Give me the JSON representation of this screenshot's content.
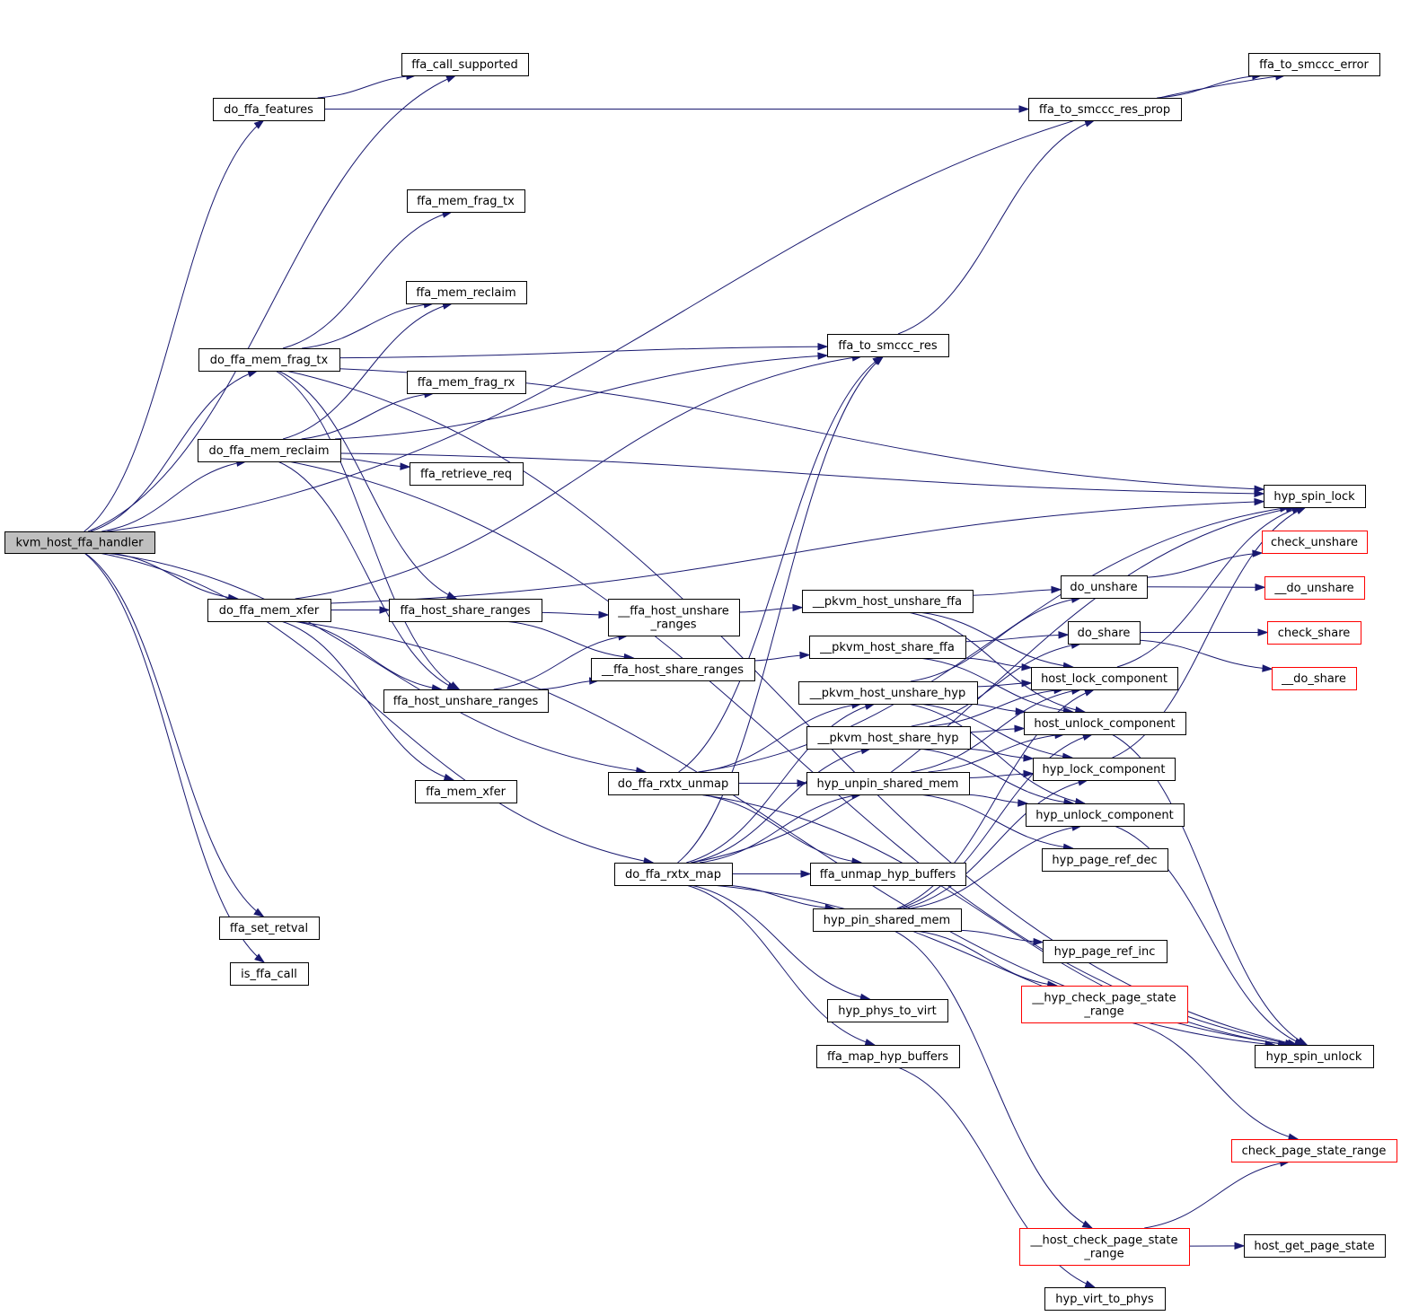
{
  "colors": {
    "edge": "#191970",
    "root_fill": "#bfbfbf",
    "outline_red": "#ff0000",
    "outline_black": "#000000"
  },
  "nodes": [
    {
      "id": "kvm_host_ffa_handler",
      "lines": [
        "kvm_host_ffa_handler"
      ],
      "kind": "root"
    },
    {
      "id": "ffa_call_supported",
      "lines": [
        "ffa_call_supported"
      ],
      "kind": "normal"
    },
    {
      "id": "do_ffa_features",
      "lines": [
        "do_ffa_features"
      ],
      "kind": "normal"
    },
    {
      "id": "ffa_to_smccc_error",
      "lines": [
        "ffa_to_smccc_error"
      ],
      "kind": "normal"
    },
    {
      "id": "ffa_to_smccc_res_prop",
      "lines": [
        "ffa_to_smccc_res_prop"
      ],
      "kind": "normal"
    },
    {
      "id": "ffa_mem_frag_tx",
      "lines": [
        "ffa_mem_frag_tx"
      ],
      "kind": "normal"
    },
    {
      "id": "ffa_mem_reclaim",
      "lines": [
        "ffa_mem_reclaim"
      ],
      "kind": "normal"
    },
    {
      "id": "do_ffa_mem_frag_tx",
      "lines": [
        "do_ffa_mem_frag_tx"
      ],
      "kind": "normal"
    },
    {
      "id": "ffa_to_smccc_res",
      "lines": [
        "ffa_to_smccc_res"
      ],
      "kind": "normal"
    },
    {
      "id": "ffa_mem_frag_rx",
      "lines": [
        "ffa_mem_frag_rx"
      ],
      "kind": "normal"
    },
    {
      "id": "do_ffa_mem_reclaim",
      "lines": [
        "do_ffa_mem_reclaim"
      ],
      "kind": "normal"
    },
    {
      "id": "ffa_retrieve_req",
      "lines": [
        "ffa_retrieve_req"
      ],
      "kind": "normal"
    },
    {
      "id": "hyp_spin_lock",
      "lines": [
        "hyp_spin_lock"
      ],
      "kind": "normal"
    },
    {
      "id": "check_unshare",
      "lines": [
        "check_unshare"
      ],
      "kind": "red"
    },
    {
      "id": "__do_unshare",
      "lines": [
        "__do_unshare"
      ],
      "kind": "red"
    },
    {
      "id": "do_unshare",
      "lines": [
        "do_unshare"
      ],
      "kind": "normal"
    },
    {
      "id": "do_ffa_mem_xfer",
      "lines": [
        "do_ffa_mem_xfer"
      ],
      "kind": "normal"
    },
    {
      "id": "ffa_host_share_ranges",
      "lines": [
        "ffa_host_share_ranges"
      ],
      "kind": "normal"
    },
    {
      "id": "__ffa_host_unshare_ranges",
      "lines": [
        "__ffa_host_unshare",
        "_ranges"
      ],
      "kind": "normal"
    },
    {
      "id": "__pkvm_host_unshare_ffa",
      "lines": [
        "__pkvm_host_unshare_ffa"
      ],
      "kind": "normal"
    },
    {
      "id": "do_share",
      "lines": [
        "do_share"
      ],
      "kind": "normal"
    },
    {
      "id": "check_share",
      "lines": [
        "check_share"
      ],
      "kind": "red"
    },
    {
      "id": "__pkvm_host_share_ffa",
      "lines": [
        "__pkvm_host_share_ffa"
      ],
      "kind": "normal"
    },
    {
      "id": "__ffa_host_share_ranges",
      "lines": [
        "__ffa_host_share_ranges"
      ],
      "kind": "normal"
    },
    {
      "id": "host_lock_component",
      "lines": [
        "host_lock_component"
      ],
      "kind": "normal"
    },
    {
      "id": "__do_share",
      "lines": [
        "__do_share"
      ],
      "kind": "red"
    },
    {
      "id": "ffa_host_unshare_ranges",
      "lines": [
        "ffa_host_unshare_ranges"
      ],
      "kind": "normal"
    },
    {
      "id": "__pkvm_host_unshare_hyp",
      "lines": [
        "__pkvm_host_unshare_hyp"
      ],
      "kind": "normal"
    },
    {
      "id": "host_unlock_component",
      "lines": [
        "host_unlock_component"
      ],
      "kind": "normal"
    },
    {
      "id": "__pkvm_host_share_hyp",
      "lines": [
        "__pkvm_host_share_hyp"
      ],
      "kind": "normal"
    },
    {
      "id": "hyp_lock_component",
      "lines": [
        "hyp_lock_component"
      ],
      "kind": "normal"
    },
    {
      "id": "do_ffa_rxtx_unmap",
      "lines": [
        "do_ffa_rxtx_unmap"
      ],
      "kind": "normal"
    },
    {
      "id": "hyp_unpin_shared_mem",
      "lines": [
        "hyp_unpin_shared_mem"
      ],
      "kind": "normal"
    },
    {
      "id": "ffa_mem_xfer",
      "lines": [
        "ffa_mem_xfer"
      ],
      "kind": "normal"
    },
    {
      "id": "hyp_unlock_component",
      "lines": [
        "hyp_unlock_component"
      ],
      "kind": "normal"
    },
    {
      "id": "hyp_page_ref_dec",
      "lines": [
        "hyp_page_ref_dec"
      ],
      "kind": "normal"
    },
    {
      "id": "do_ffa_rxtx_map",
      "lines": [
        "do_ffa_rxtx_map"
      ],
      "kind": "normal"
    },
    {
      "id": "ffa_unmap_hyp_buffers",
      "lines": [
        "ffa_unmap_hyp_buffers"
      ],
      "kind": "normal"
    },
    {
      "id": "hyp_pin_shared_mem",
      "lines": [
        "hyp_pin_shared_mem"
      ],
      "kind": "normal"
    },
    {
      "id": "ffa_set_retval",
      "lines": [
        "ffa_set_retval"
      ],
      "kind": "normal"
    },
    {
      "id": "hyp_page_ref_inc",
      "lines": [
        "hyp_page_ref_inc"
      ],
      "kind": "normal"
    },
    {
      "id": "is_ffa_call",
      "lines": [
        "is_ffa_call"
      ],
      "kind": "normal"
    },
    {
      "id": "__hyp_check_page_state_range",
      "lines": [
        "__hyp_check_page_state",
        "_range"
      ],
      "kind": "red"
    },
    {
      "id": "hyp_phys_to_virt",
      "lines": [
        "hyp_phys_to_virt"
      ],
      "kind": "normal"
    },
    {
      "id": "ffa_map_hyp_buffers",
      "lines": [
        "ffa_map_hyp_buffers"
      ],
      "kind": "normal"
    },
    {
      "id": "hyp_spin_unlock",
      "lines": [
        "hyp_spin_unlock"
      ],
      "kind": "normal"
    },
    {
      "id": "check_page_state_range",
      "lines": [
        "check_page_state_range"
      ],
      "kind": "red"
    },
    {
      "id": "__host_check_page_state_range",
      "lines": [
        "__host_check_page_state",
        "_range"
      ],
      "kind": "red"
    },
    {
      "id": "host_get_page_state",
      "lines": [
        "host_get_page_state"
      ],
      "kind": "normal"
    },
    {
      "id": "hyp_virt_to_phys",
      "lines": [
        "hyp_virt_to_phys"
      ],
      "kind": "normal"
    }
  ],
  "edges": [
    [
      "kvm_host_ffa_handler",
      "ffa_call_supported"
    ],
    [
      "kvm_host_ffa_handler",
      "ffa_to_smccc_error"
    ],
    [
      "kvm_host_ffa_handler",
      "do_ffa_features"
    ],
    [
      "kvm_host_ffa_handler",
      "do_ffa_mem_frag_tx"
    ],
    [
      "kvm_host_ffa_handler",
      "do_ffa_mem_reclaim"
    ],
    [
      "kvm_host_ffa_handler",
      "do_ffa_mem_xfer"
    ],
    [
      "kvm_host_ffa_handler",
      "do_ffa_rxtx_unmap"
    ],
    [
      "kvm_host_ffa_handler",
      "do_ffa_rxtx_map"
    ],
    [
      "kvm_host_ffa_handler",
      "ffa_set_retval"
    ],
    [
      "kvm_host_ffa_handler",
      "is_ffa_call"
    ],
    [
      "do_ffa_features",
      "ffa_call_supported"
    ],
    [
      "do_ffa_features",
      "ffa_to_smccc_res_prop"
    ],
    [
      "ffa_to_smccc_res_prop",
      "ffa_to_smccc_error"
    ],
    [
      "ffa_to_smccc_res",
      "ffa_to_smccc_res_prop"
    ],
    [
      "do_ffa_mem_frag_tx",
      "ffa_mem_frag_tx"
    ],
    [
      "do_ffa_mem_frag_tx",
      "ffa_mem_reclaim"
    ],
    [
      "do_ffa_mem_frag_tx",
      "ffa_to_smccc_res"
    ],
    [
      "do_ffa_mem_frag_tx",
      "hyp_spin_lock"
    ],
    [
      "do_ffa_mem_frag_tx",
      "ffa_host_share_ranges"
    ],
    [
      "do_ffa_mem_frag_tx",
      "ffa_host_unshare_ranges"
    ],
    [
      "do_ffa_mem_frag_tx",
      "hyp_spin_unlock"
    ],
    [
      "do_ffa_mem_reclaim",
      "ffa_mem_reclaim"
    ],
    [
      "do_ffa_mem_reclaim",
      "ffa_mem_frag_rx"
    ],
    [
      "do_ffa_mem_reclaim",
      "ffa_retrieve_req"
    ],
    [
      "do_ffa_mem_reclaim",
      "ffa_to_smccc_res"
    ],
    [
      "do_ffa_mem_reclaim",
      "hyp_spin_lock"
    ],
    [
      "do_ffa_mem_reclaim",
      "ffa_host_unshare_ranges"
    ],
    [
      "do_ffa_mem_reclaim",
      "hyp_spin_unlock"
    ],
    [
      "do_ffa_mem_xfer",
      "ffa_host_share_ranges"
    ],
    [
      "do_ffa_mem_xfer",
      "ffa_host_unshare_ranges"
    ],
    [
      "do_ffa_mem_xfer",
      "ffa_mem_xfer"
    ],
    [
      "do_ffa_mem_xfer",
      "ffa_to_smccc_res"
    ],
    [
      "do_ffa_mem_xfer",
      "hyp_spin_lock"
    ],
    [
      "do_ffa_mem_xfer",
      "hyp_spin_unlock"
    ],
    [
      "ffa_host_share_ranges",
      "__ffa_host_share_ranges"
    ],
    [
      "ffa_host_share_ranges",
      "__ffa_host_unshare_ranges"
    ],
    [
      "ffa_host_unshare_ranges",
      "__ffa_host_unshare_ranges"
    ],
    [
      "ffa_host_unshare_ranges",
      "__ffa_host_share_ranges"
    ],
    [
      "__ffa_host_unshare_ranges",
      "__pkvm_host_unshare_ffa"
    ],
    [
      "__ffa_host_share_ranges",
      "__pkvm_host_share_ffa"
    ],
    [
      "__pkvm_host_unshare_ffa",
      "do_unshare"
    ],
    [
      "__pkvm_host_unshare_ffa",
      "host_lock_component"
    ],
    [
      "__pkvm_host_unshare_ffa",
      "host_unlock_component"
    ],
    [
      "__pkvm_host_share_ffa",
      "do_share"
    ],
    [
      "__pkvm_host_share_ffa",
      "host_lock_component"
    ],
    [
      "__pkvm_host_share_ffa",
      "host_unlock_component"
    ],
    [
      "do_unshare",
      "check_unshare"
    ],
    [
      "do_unshare",
      "__do_unshare"
    ],
    [
      "do_share",
      "check_share"
    ],
    [
      "do_share",
      "__do_share"
    ],
    [
      "__pkvm_host_unshare_hyp",
      "do_unshare"
    ],
    [
      "__pkvm_host_unshare_hyp",
      "host_lock_component"
    ],
    [
      "__pkvm_host_unshare_hyp",
      "host_unlock_component"
    ],
    [
      "__pkvm_host_unshare_hyp",
      "hyp_lock_component"
    ],
    [
      "__pkvm_host_unshare_hyp",
      "hyp_unlock_component"
    ],
    [
      "__pkvm_host_share_hyp",
      "do_share"
    ],
    [
      "__pkvm_host_share_hyp",
      "host_lock_component"
    ],
    [
      "__pkvm_host_share_hyp",
      "host_unlock_component"
    ],
    [
      "__pkvm_host_share_hyp",
      "hyp_lock_component"
    ],
    [
      "__pkvm_host_share_hyp",
      "hyp_unlock_component"
    ],
    [
      "host_lock_component",
      "hyp_spin_lock"
    ],
    [
      "host_unlock_component",
      "hyp_spin_unlock"
    ],
    [
      "hyp_lock_component",
      "hyp_spin_lock"
    ],
    [
      "hyp_unlock_component",
      "hyp_spin_unlock"
    ],
    [
      "do_ffa_rxtx_unmap",
      "ffa_to_smccc_res"
    ],
    [
      "do_ffa_rxtx_unmap",
      "hyp_spin_lock"
    ],
    [
      "do_ffa_rxtx_unmap",
      "__pkvm_host_unshare_hyp"
    ],
    [
      "do_ffa_rxtx_unmap",
      "hyp_unpin_shared_mem"
    ],
    [
      "do_ffa_rxtx_unmap",
      "ffa_unmap_hyp_buffers"
    ],
    [
      "do_ffa_rxtx_unmap",
      "hyp_spin_unlock"
    ],
    [
      "hyp_unpin_shared_mem",
      "host_lock_component"
    ],
    [
      "hyp_unpin_shared_mem",
      "host_unlock_component"
    ],
    [
      "hyp_unpin_shared_mem",
      "hyp_lock_component"
    ],
    [
      "hyp_unpin_shared_mem",
      "hyp_unlock_component"
    ],
    [
      "hyp_unpin_shared_mem",
      "hyp_page_ref_dec"
    ],
    [
      "do_ffa_rxtx_map",
      "ffa_to_smccc_res"
    ],
    [
      "do_ffa_rxtx_map",
      "hyp_spin_lock"
    ],
    [
      "do_ffa_rxtx_map",
      "__pkvm_host_share_hyp"
    ],
    [
      "do_ffa_rxtx_map",
      "__pkvm_host_unshare_hyp"
    ],
    [
      "do_ffa_rxtx_map",
      "hyp_unpin_shared_mem"
    ],
    [
      "do_ffa_rxtx_map",
      "ffa_unmap_hyp_buffers"
    ],
    [
      "do_ffa_rxtx_map",
      "hyp_pin_shared_mem"
    ],
    [
      "do_ffa_rxtx_map",
      "hyp_phys_to_virt"
    ],
    [
      "do_ffa_rxtx_map",
      "ffa_map_hyp_buffers"
    ],
    [
      "do_ffa_rxtx_map",
      "hyp_spin_unlock"
    ],
    [
      "hyp_pin_shared_mem",
      "host_lock_component"
    ],
    [
      "hyp_pin_shared_mem",
      "host_unlock_component"
    ],
    [
      "hyp_pin_shared_mem",
      "hyp_lock_component"
    ],
    [
      "hyp_pin_shared_mem",
      "hyp_unlock_component"
    ],
    [
      "hyp_pin_shared_mem",
      "hyp_page_ref_inc"
    ],
    [
      "hyp_pin_shared_mem",
      "__hyp_check_page_state_range"
    ],
    [
      "hyp_pin_shared_mem",
      "__host_check_page_state_range"
    ],
    [
      "__hyp_check_page_state_range",
      "check_page_state_range"
    ],
    [
      "__host_check_page_state_range",
      "check_page_state_range"
    ],
    [
      "__host_check_page_state_range",
      "host_get_page_state"
    ],
    [
      "ffa_map_hyp_buffers",
      "hyp_virt_to_phys"
    ]
  ]
}
